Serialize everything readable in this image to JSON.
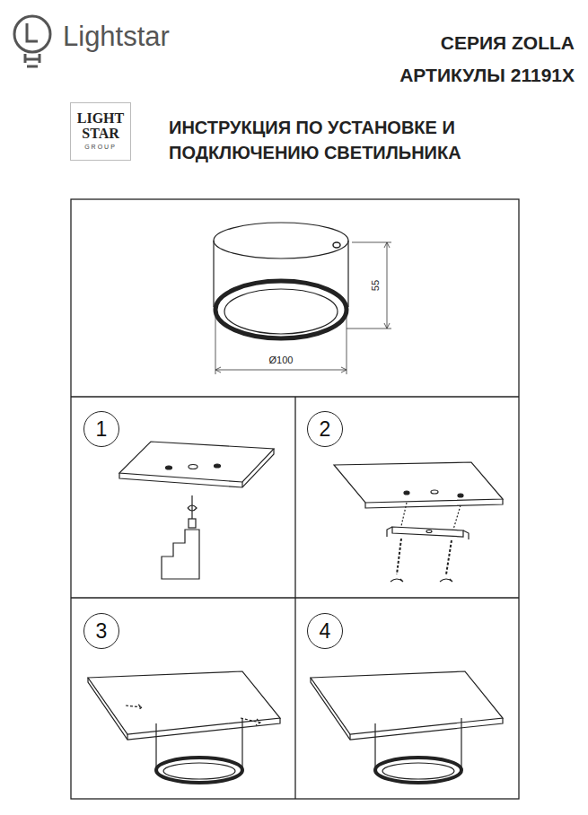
{
  "diagram": {
    "title": "ИНСТРУКЦИЯ ПО УСТАНОВКЕ И ПОДКЛЮЧЕНИЮ СВЕТИЛЬНИКА",
    "nodes": [
      {
        "text": [
          "LIGHT STAR",
          "GROUP"
        ]
      },
      {
        "text": [
          "1"
        ]
      },
      {
        "text": [
          "2"
        ]
      },
      {
        "text": [
          "3"
        ]
      },
      {
        "text": [
          "4"
        ]
      }
    ],
    "labels": [
      "Lightstar",
      "СЕРИЯ ZOLLA",
      "АРТИКУЛЫ 21191X",
      "55",
      "Ø100"
    ]
  }
}
